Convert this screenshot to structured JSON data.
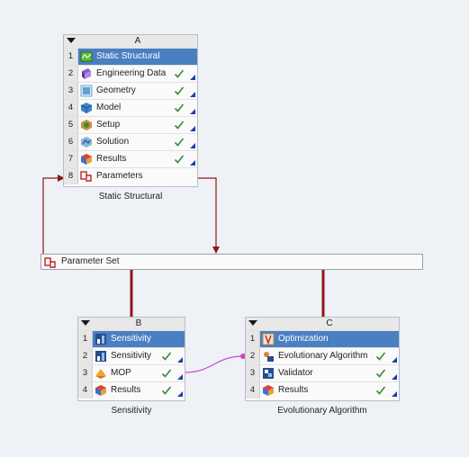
{
  "colors": {
    "title_row": "#4a7fc1",
    "link": "#8b1a1a",
    "mop_link": "#cc44cc",
    "check": "#3a8a3a",
    "tri": "#1b3fae"
  },
  "system_a": {
    "letter": "A",
    "caption": "Static Structural",
    "rows": [
      {
        "num": "1",
        "label": "Static Structural",
        "icon": "static-structural-icon",
        "check": false,
        "tri": false
      },
      {
        "num": "2",
        "label": "Engineering Data",
        "icon": "engineering-data-icon",
        "check": true,
        "tri": true
      },
      {
        "num": "3",
        "label": "Geometry",
        "icon": "geometry-icon",
        "check": true,
        "tri": true
      },
      {
        "num": "4",
        "label": "Model",
        "icon": "model-icon",
        "check": true,
        "tri": true
      },
      {
        "num": "5",
        "label": "Setup",
        "icon": "setup-icon",
        "check": true,
        "tri": true
      },
      {
        "num": "6",
        "label": "Solution",
        "icon": "solution-icon",
        "check": true,
        "tri": true
      },
      {
        "num": "7",
        "label": "Results",
        "icon": "results-icon",
        "check": true,
        "tri": true
      },
      {
        "num": "8",
        "label": "Parameters",
        "icon": "parameters-icon",
        "check": false,
        "tri": false
      }
    ]
  },
  "parameter_set": {
    "label": "Parameter Set"
  },
  "system_b": {
    "letter": "B",
    "caption": "Sensitivity",
    "rows": [
      {
        "num": "1",
        "label": "Sensitivity",
        "icon": "sensitivity-icon",
        "check": false,
        "tri": false
      },
      {
        "num": "2",
        "label": "Sensitivity",
        "icon": "sensitivity-icon",
        "check": true,
        "tri": true
      },
      {
        "num": "3",
        "label": "MOP",
        "icon": "mop-icon",
        "check": true,
        "tri": true
      },
      {
        "num": "4",
        "label": "Results",
        "icon": "results-icon",
        "check": true,
        "tri": true
      }
    ]
  },
  "system_c": {
    "letter": "C",
    "caption": "Evolutionary Algorithm",
    "rows": [
      {
        "num": "1",
        "label": "Optimization",
        "icon": "optimization-icon",
        "check": false,
        "tri": false
      },
      {
        "num": "2",
        "label": "Evolutionary Algorithm",
        "icon": "evolutionary-algorithm-icon",
        "check": true,
        "tri": true
      },
      {
        "num": "3",
        "label": "Validator",
        "icon": "validator-icon",
        "check": true,
        "tri": true
      },
      {
        "num": "4",
        "label": "Results",
        "icon": "results-icon",
        "check": true,
        "tri": true
      }
    ]
  }
}
